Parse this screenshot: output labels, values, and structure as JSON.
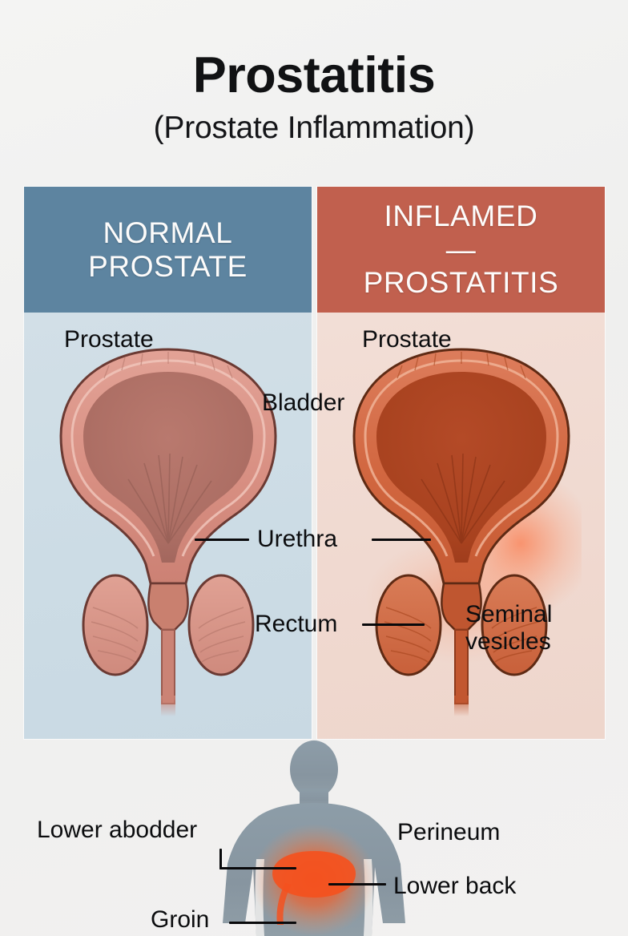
{
  "title": {
    "main": "Prostatitis",
    "subtitle": "(Prostate Inflammation)"
  },
  "panels": [
    {
      "id": "normal",
      "header": "NORMAL\nPROSTATE",
      "header_color": "#5d84a0",
      "body_color": "#ccdce5",
      "organ_color": "#dd9085",
      "organ_dark": "#8f4f47",
      "label_prostate": "Prostate"
    },
    {
      "id": "inflamed",
      "header": "INFLAMED\n—\nPROSTATITIS",
      "header_color": "#c1604e",
      "body_color": "#f0d9d0",
      "organ_color": "#d4613f",
      "organ_dark": "#8e3a22",
      "label_prostate": "Prostate",
      "label_seminal": "Seminal\nvesicles"
    }
  ],
  "center_labels": {
    "bladder": "Bladder",
    "urethra": "Urethra",
    "rectum": "Rectum"
  },
  "body_section": {
    "silhouette_color": "#8a9aa5",
    "pain_color": "#f4511e",
    "labels": {
      "lower_abdomen": "Lower abodder",
      "groin": "Groin",
      "perineum": "Perineum",
      "lower_back": "Lower back"
    }
  },
  "colors": {
    "background": "#f2f1f0",
    "text": "#0b0c0e",
    "header_text": "#fdfcfb"
  }
}
